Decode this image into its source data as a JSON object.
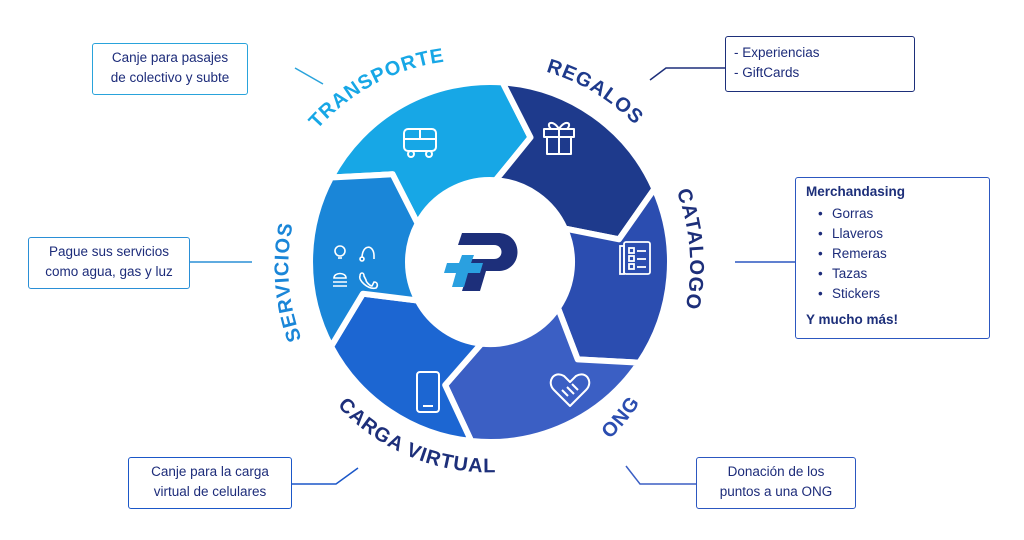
{
  "colors": {
    "transporte": "#17a7e6",
    "regalos": "#1e3a8c",
    "catalogo": "#2b4db0",
    "ong": "#3b5fc4",
    "carga_virtual": "#1c66d2",
    "servicios": "#1a86d8",
    "logo_dark": "#1d2f7a",
    "logo_light": "#2aa0e0"
  },
  "segments": {
    "transporte": {
      "label": "TRANSPORTE",
      "icon": "bus-icon"
    },
    "regalos": {
      "label": "REGALOS",
      "icon": "gift-icon"
    },
    "catalogo": {
      "label": "CATALOGO",
      "icon": "catalog-list-icon"
    },
    "ong": {
      "label": "ONG",
      "icon": "handshake-heart-icon"
    },
    "carga_virtual": {
      "label": "CARGA VIRTUAL",
      "icon": "smartphone-icon"
    },
    "servicios": {
      "label": "SERVICIOS",
      "icon": "utilities-icon"
    }
  },
  "center_logo": "logo-icon",
  "boxes": {
    "transporte": {
      "lines": [
        "Canje para pasajes",
        "de colectivo y subte"
      ]
    },
    "regalos": {
      "lines": [
        "- Experiencias",
        "- GiftCards"
      ]
    },
    "catalogo": {
      "heading": "Merchandasing",
      "items": [
        "Gorras",
        "Llaveros",
        "Remeras",
        "Tazas",
        "Stickers"
      ],
      "footer": "Y mucho más!"
    },
    "servicios": {
      "lines": [
        "Pague sus servicios",
        "como agua, gas y luz"
      ]
    },
    "carga_virtual": {
      "lines": [
        "Canje para la carga",
        "virtual de celulares"
      ]
    },
    "ong": {
      "lines": [
        "Donación de los",
        "puntos a una ONG"
      ]
    }
  }
}
